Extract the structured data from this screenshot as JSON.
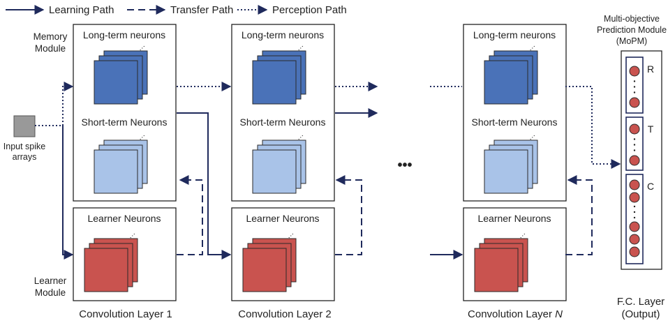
{
  "colors": {
    "path": "#1f2a5c",
    "long_term": "#4a72b8",
    "short_term": "#a9c3e8",
    "learner": "#c9534f",
    "input": "#999999",
    "fc_neuron": "#c9534f"
  },
  "legend": {
    "learning_path": "Learning Path",
    "transfer_path": "Transfer Path",
    "perception_path": "Perception Path"
  },
  "modules": {
    "memory": [
      "Memory",
      "Module"
    ],
    "learner": [
      "Learner",
      "Module"
    ]
  },
  "input": {
    "label": [
      "Input spike",
      "arrays"
    ]
  },
  "layers": [
    {
      "long_term": "Long-term neurons",
      "short_term": "Short-term Neurons",
      "learner": "Learner Neurons",
      "caption": "Convolution Layer 1"
    },
    {
      "long_term": "Long-term neurons",
      "short_term": "Short-term Neurons",
      "learner": "Learner Neurons",
      "caption": "Convolution Layer 2"
    },
    {
      "long_term": "Long-term neurons",
      "short_term": "Short-term Neurons",
      "learner": "Learner Neurons",
      "caption_prefix": "Convolution Layer ",
      "caption_suffix": "N"
    }
  ],
  "ellipsis": "•••",
  "mopm": {
    "title": [
      "Multi-objective",
      "Prediction Module",
      "(MoPM)"
    ],
    "groups": [
      "R",
      "T",
      "C"
    ]
  },
  "fc_layer": [
    "F.C. Layer",
    "(Output)"
  ]
}
